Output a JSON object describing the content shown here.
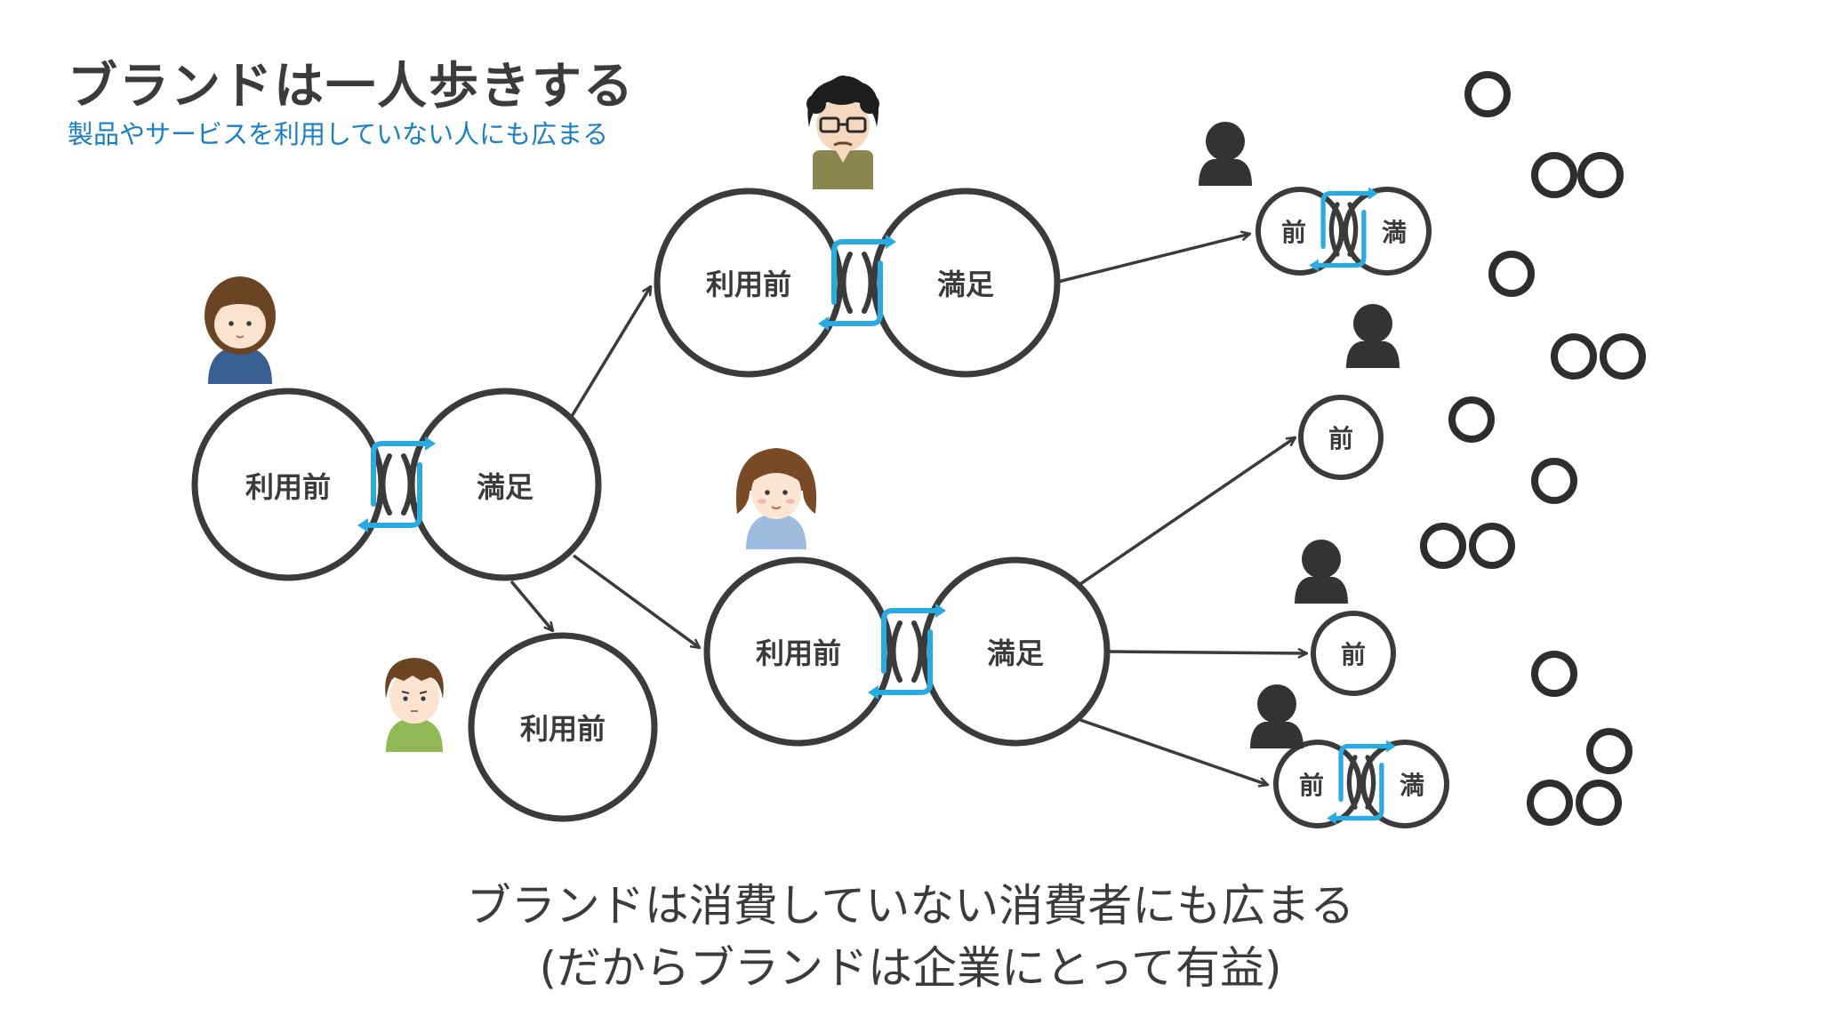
{
  "slide": {
    "title": "ブランドは一人歩きする",
    "subtitle": "製品やサービスを利用していない人にも広まる"
  },
  "labels": {
    "before": "利用前",
    "satisfied": "満足",
    "before_short": "前",
    "satisfied_short": "満"
  },
  "caption": {
    "line1": "ブランドは消費していない消費者にも広まる",
    "line2": "(だからブランドは企業にとって有益)"
  },
  "colors": {
    "cycle": "#29abe2",
    "node_stroke": "#3b3b3b",
    "subtitle": "#1a7fc4"
  },
  "icons": [
    "person-blue-shirt-icon",
    "person-glasses-icon",
    "person-woman-icon",
    "person-green-shirt-icon",
    "person-silhouette-icon",
    "cycle-arrows-icon"
  ]
}
